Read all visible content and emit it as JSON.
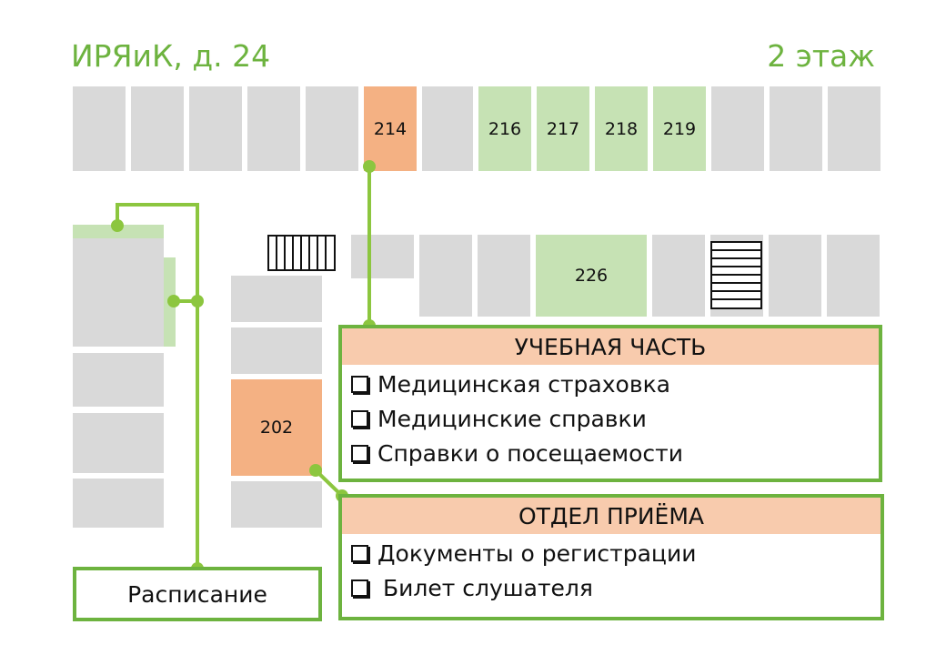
{
  "header": {
    "building": "ИРЯиК, д. 24",
    "floor": "2 этаж"
  },
  "rooms": {
    "r214": "214",
    "r216": "216",
    "r217": "217",
    "r218": "218",
    "r219": "219",
    "r226": "226",
    "r202": "202"
  },
  "panels": {
    "academic": {
      "title": "УЧЕБНАЯ ЧАСТЬ",
      "items": [
        "Медицинская страховка",
        "Медицинские справки",
        "Справки о посещаемости"
      ]
    },
    "admissions": {
      "title": "ОТДЕЛ ПРИЁМА",
      "items": [
        "Документы о регистрации",
        "Билет слушателя"
      ]
    }
  },
  "schedule": {
    "label": "Расписание"
  },
  "colors": {
    "accent_green": "#6db33f",
    "room_gray": "#d9d9d9",
    "room_green": "#c6e2b4",
    "room_orange": "#f4b183",
    "panel_header": "#f8cbad"
  }
}
